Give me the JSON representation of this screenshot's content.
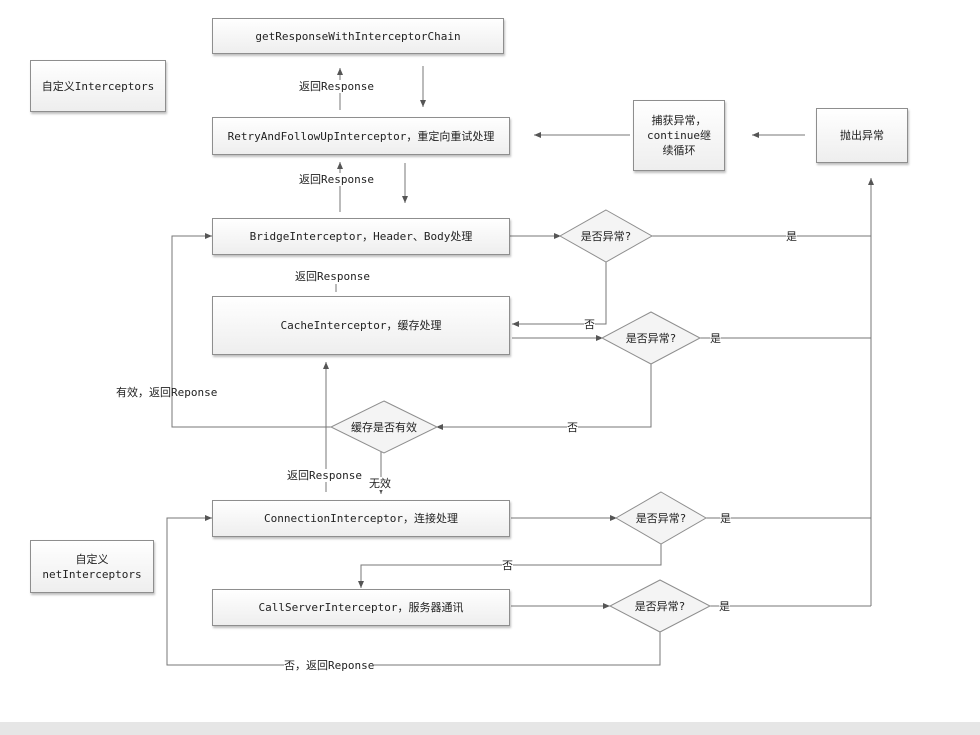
{
  "nodes": {
    "chain": "getResponseWithInterceptorChain",
    "custom_interceptors": "自定义Interceptors",
    "retry": "RetryAndFollowUpInterceptor，重定向重试处理",
    "catch_exception": "捕获异常，\ncontinue继\n续循环",
    "throw_exception": "抛出异常",
    "bridge": "BridgeInterceptor，Header、Body处理",
    "cache": "CacheInterceptor，缓存处理",
    "connection": "ConnectionInterceptor，连接处理",
    "custom_net_interceptors": "自定义\nnetInterceptors",
    "call_server": "CallServerInterceptor，服务器通讯"
  },
  "decisions": {
    "bridge_check": "是否异常?",
    "cache_check": "是否异常?",
    "cache_valid": "缓存是否有效",
    "connection_check": "是否异常?",
    "call_check": "是否异常?"
  },
  "labels": {
    "return1": "返回Response",
    "return2": "返回Response",
    "return3": "返回Response",
    "return4": "返回Response",
    "yes_bridge": "是",
    "no_bridge": "否",
    "yes_cache": "是",
    "no_cache": "否",
    "valid_return": "有效，返回Reponse",
    "invalid": "无效",
    "yes_connection": "是",
    "no_connection": "否",
    "yes_call": "是",
    "no_call_return": "否，返回Reponse"
  }
}
